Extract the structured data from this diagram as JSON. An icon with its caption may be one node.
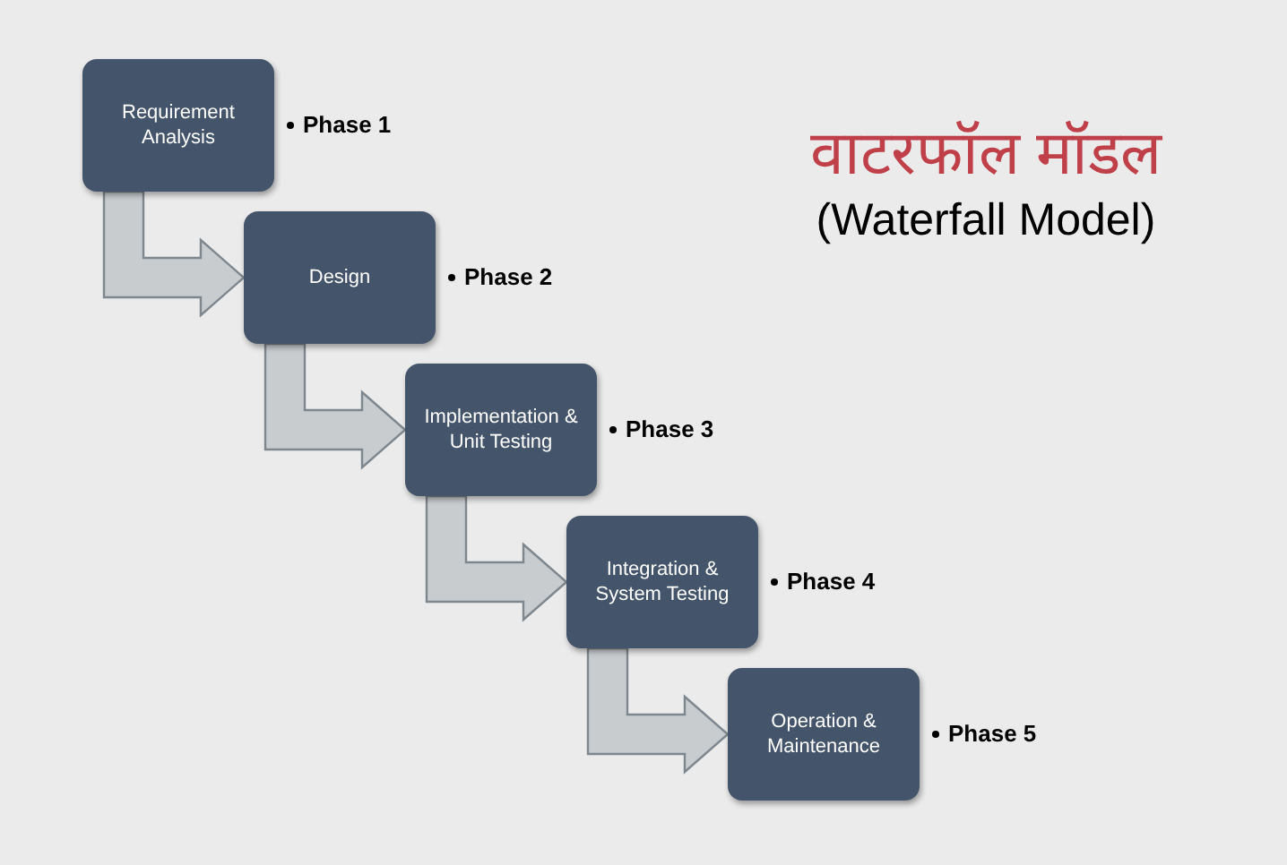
{
  "diagram": {
    "title": "वाटरफॉल मॉडल",
    "nodes": [
      {
        "text": [
          "Requirement Analysis"
        ],
        "beside": [
          "Phase 1"
        ]
      },
      {
        "text": [
          "Design"
        ],
        "beside": [
          "Phase 2"
        ]
      },
      {
        "text": [
          "Implementation & Unit Testing"
        ],
        "beside": [
          "Phase 3"
        ]
      },
      {
        "text": [
          "Integration & System Testing"
        ],
        "beside": [
          "Phase 4"
        ]
      },
      {
        "text": [
          "Operation & Maintenance"
        ],
        "beside": [
          "Phase 5"
        ]
      }
    ],
    "edges": [
      {
        "from": 0,
        "to": 1,
        "arrow": "to"
      },
      {
        "from": 1,
        "to": 2,
        "arrow": "to"
      },
      {
        "from": 2,
        "to": 3,
        "arrow": "to"
      },
      {
        "from": 3,
        "to": 4,
        "arrow": "to"
      }
    ],
    "labels": [
      "(Waterfall Model)"
    ]
  }
}
